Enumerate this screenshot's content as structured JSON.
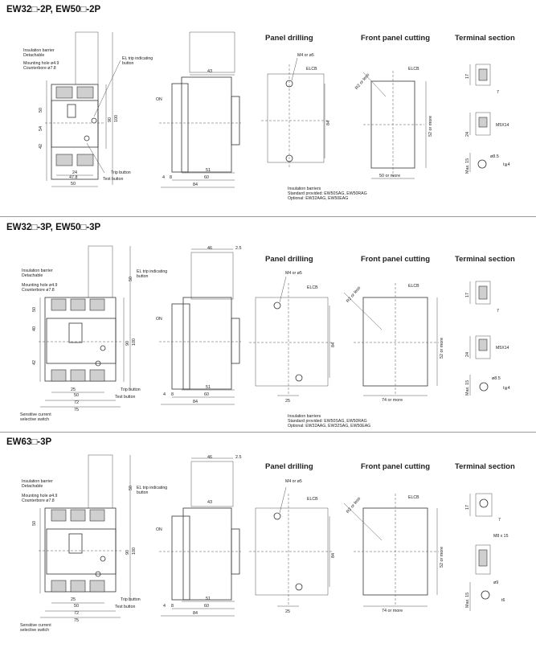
{
  "sections": [
    {
      "title": "EW32□-2P, EW50□-2P",
      "headers": {
        "panel": "Panel drilling",
        "front": "Front panel cutting",
        "terminal": "Terminal section"
      },
      "labels": {
        "barrier": "Insulation barrier\nDetachable",
        "mounting": "Mounting hole ø4.9\nCounterbore ø7.8",
        "el_trip": "EL trip indicating\nbutton",
        "trip_button": "Trip button",
        "test_button": "Test button",
        "on": "ON",
        "m4": "M4 or ø5",
        "elcb": "ELCB",
        "r2": "R2 or less",
        "notes": "Insulation barriers\nStandard provided: EW50SAG, EW50RAG\nOptional: EW32AAG, EW50EAG",
        "screw": "M5X14",
        "t": "t≦4"
      },
      "dims": {
        "front_h": [
          "50",
          "54",
          "42"
        ],
        "front_w": [
          "24",
          "47.8",
          "50"
        ],
        "front_r": [
          "100",
          "90"
        ],
        "side": [
          "43",
          "51",
          "60",
          "84",
          "4",
          "8"
        ],
        "panel": [
          "84"
        ],
        "cut": [
          "52 or more",
          "50 or more"
        ],
        "term": [
          "17",
          "7",
          "24",
          "Max. 15",
          "ø8.5"
        ]
      }
    },
    {
      "title": "EW32□-3P, EW50□-3P",
      "headers": {
        "panel": "Panel drilling",
        "front": "Front panel cutting",
        "terminal": "Terminal section"
      },
      "labels": {
        "barrier": "Insulation barrier\nDetachable",
        "mounting": "Mounting hole ø4.9\nCounterbore ø7.8",
        "el_trip": "EL trip indicating\nbutton",
        "trip_button": "Trip button",
        "test_button": "Test button",
        "sensitive": "Sensitive current\nselective switch",
        "on": "ON",
        "m4": "M4 or ø5",
        "elcb": "ELCB",
        "r2": "R2 or less",
        "notes": "Insulation barriers\nStandard provided: EW50SAG, EW50RAG\nOptional: EW32AAG, EW32SAG, EW50EAG",
        "screw": "M5X14",
        "t": "t≦4"
      },
      "dims": {
        "front_h": [
          "50",
          "40",
          "42"
        ],
        "front_w": [
          "25",
          "50",
          "72",
          "75"
        ],
        "front_r": [
          "100",
          "90",
          "50"
        ],
        "side": [
          "46",
          "2.5",
          "51",
          "60",
          "84",
          "4",
          "8"
        ],
        "panel": [
          "84",
          "25"
        ],
        "cut": [
          "52 or more",
          "74 or more"
        ],
        "term": [
          "17",
          "7",
          "24",
          "Max. 15",
          "ø8.5"
        ]
      }
    },
    {
      "title": "EW63□-3P",
      "headers": {
        "panel": "Panel drilling",
        "front": "Front panel cutting",
        "terminal": "Terminal section"
      },
      "labels": {
        "barrier": "Insulation barrier\nDetachable",
        "mounting": "Mounting hole ø4.9\nCounterbore ø7.8",
        "el_trip": "EL trip indicating\nbutton",
        "trip_button": "Trip button",
        "test_button": "Test button",
        "sensitive": "Sensitive current\nselective switch",
        "on": "ON",
        "m4": "M4 or ø5",
        "elcb": "ELCB",
        "r2": "R2 or less",
        "screw": "M8 x 15",
        "t": "t6"
      },
      "dims": {
        "front_h": [
          "50"
        ],
        "front_w": [
          "25",
          "50",
          "72",
          "75"
        ],
        "front_r": [
          "100",
          "90",
          "50"
        ],
        "side": [
          "46",
          "2.5",
          "43",
          "51",
          "60",
          "84",
          "4",
          "8"
        ],
        "panel": [
          "84",
          "25"
        ],
        "cut": [
          "52 or more",
          "74 or more"
        ],
        "term": [
          "17",
          "7",
          "Max. 15",
          "ø9"
        ]
      }
    }
  ]
}
